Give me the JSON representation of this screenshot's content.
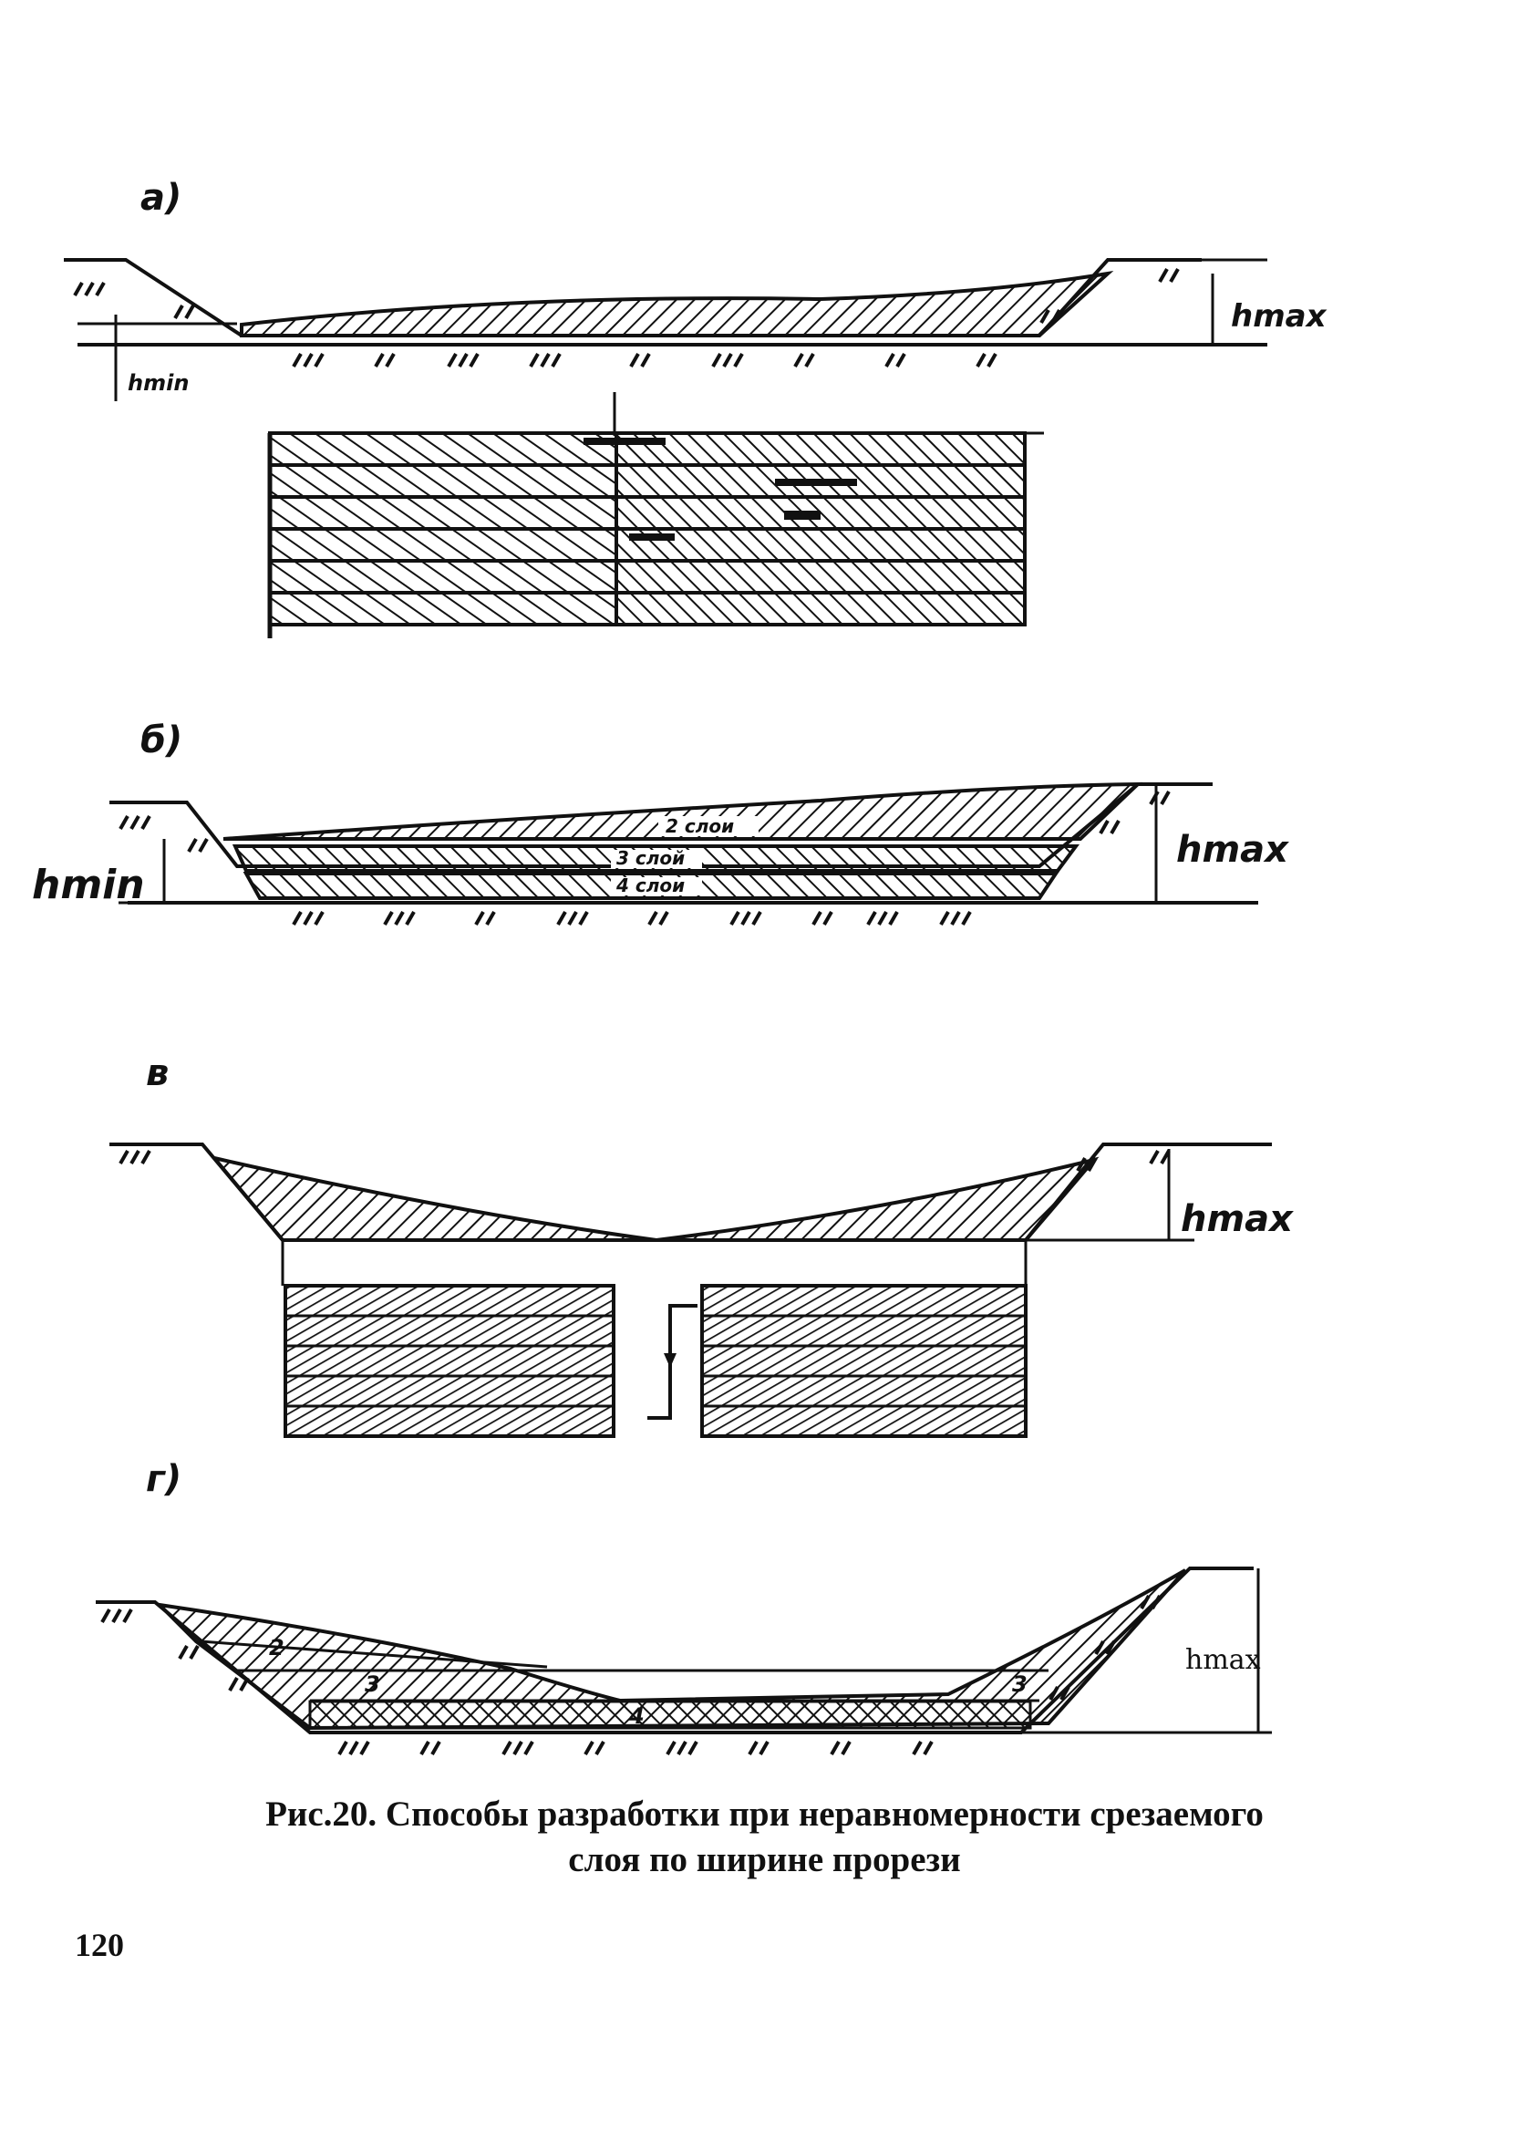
{
  "figure": {
    "panels": [
      {
        "label": "а)",
        "h_min": "hmin",
        "h_max": "hmax"
      },
      {
        "label": "б)",
        "h_min": "hmin",
        "h_max": "hmax",
        "layers": [
          "2 слои",
          "3 слой",
          "4 слои"
        ]
      },
      {
        "label": "в",
        "h_max": "hmax"
      },
      {
        "label": "г)",
        "h_max": "hmax",
        "layers": [
          "2",
          "3",
          "4",
          "3"
        ]
      }
    ]
  },
  "caption": {
    "line1": "Рис.20. Способы разработки при неравномерности срезаемого",
    "line2": "слоя по ширине прорези"
  },
  "page_number": "120",
  "colors": {
    "ink": "#111111",
    "paper": "#ffffff"
  }
}
